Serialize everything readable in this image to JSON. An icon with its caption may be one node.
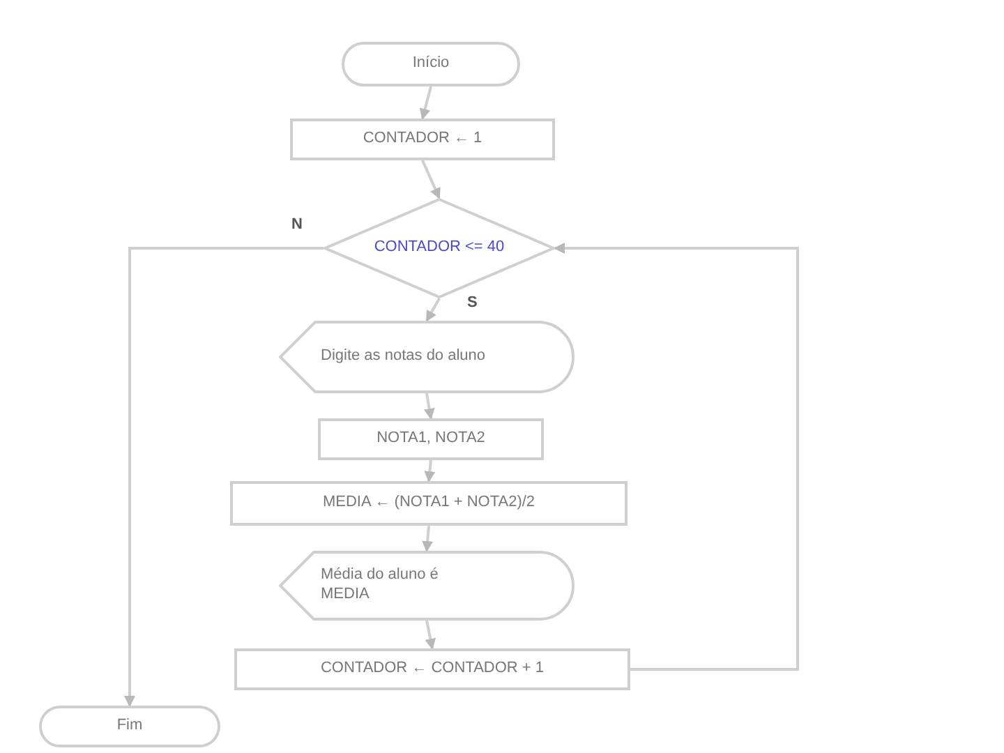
{
  "diagram": {
    "nodes": [
      {
        "text": [
          "Início"
        ]
      },
      {
        "text": [
          "CONTADOR ← 1"
        ]
      },
      {
        "text": [
          "CONTADOR <= 40"
        ]
      },
      {
        "text": [
          "Digite as notas do aluno"
        ]
      },
      {
        "text": [
          "NOTA1, NOTA2"
        ]
      },
      {
        "text": [
          "MEDIA ← (NOTA1 + NOTA2)/2"
        ]
      },
      {
        "text": [
          "Média do aluno é",
          "MEDIA"
        ]
      },
      {
        "text": [
          "CONTADOR ← CONTADOR + 1"
        ]
      },
      {
        "text": [
          "Fim"
        ]
      }
    ],
    "edges": [
      {
        "from": 0,
        "to": 1,
        "arrow": "to"
      },
      {
        "from": 1,
        "to": 2,
        "arrow": "to"
      },
      {
        "from": 2,
        "to": 3,
        "arrow": "to",
        "label": "S"
      },
      {
        "from": 3,
        "to": 4,
        "arrow": "to"
      },
      {
        "from": 4,
        "to": 5,
        "arrow": "to"
      },
      {
        "from": 5,
        "to": 6,
        "arrow": "to"
      },
      {
        "from": 6,
        "to": 7,
        "arrow": "to"
      },
      {
        "from": 7,
        "to": 2,
        "arrow": "to"
      },
      {
        "from": 2,
        "to": 8,
        "arrow": "to",
        "label": "N"
      }
    ]
  }
}
